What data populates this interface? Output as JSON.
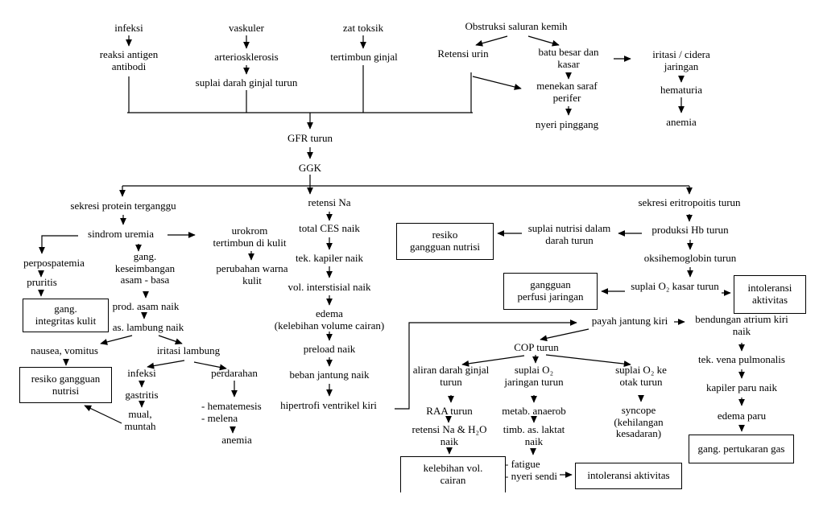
{
  "diagram": {
    "language": "Indonesian",
    "type": "pathophysiology-flowchart"
  },
  "nodes": {
    "infeksi": "infeksi",
    "reaksi_antigen_antibodi": "reaksi antigen\nantibodi",
    "vaskuler": "vaskuler",
    "arteriosklerosis": "arteriosklerosis",
    "suplai_darah_ginjal_turun": "suplai darah ginjal turun",
    "zat_toksik": "zat toksik",
    "tertimbun_ginjal": "tertimbun ginjal",
    "obstruksi_saluran_kemih": "Obstruksi saluran kemih",
    "retensi_urin": "Retensi urin",
    "batu_besar_dan_kasar": "batu besar dan\nkasar",
    "iritasi_cidera_jaringan": "iritasi / cidera\njaringan",
    "menekan_saraf_perifer": "menekan saraf\nperifer",
    "nyeri_pinggang": "nyeri pinggang",
    "hematuria": "hematuria",
    "anemia_atas": "anemia",
    "gfr_turun": "GFR turun",
    "ggk": "GGK",
    "sekresi_protein_terganggu": "sekresi protein terganggu",
    "sindrom_uremia": "sindrom uremia",
    "urokrom_tertimbun_di_kulit": "urokrom\ntertimbun di kulit",
    "perubahan_warna_kulit": "perubahan warna\nkulit",
    "perpospatemia": "perpospatemia",
    "pruritis": "pruritis",
    "gang_keseimbangan_asam_basa": "gang.\nkeseimbangan\nasam - basa",
    "gang_integritas_kulit": "gang.\nintegritas kulit",
    "prod_asam_naik": "prod. asam naik",
    "as_lambung_naik": "as. lambung naik",
    "nausea_vomitus": "nausea, vomitus",
    "iritasi_lambung": "iritasi lambung",
    "resiko_gangguan_nutrisi_kiri": "resiko gangguan\nnutrisi",
    "infeksi_lambung": "infeksi",
    "gastritis": "gastritis",
    "mual_muntah": "mual,\nmuntah",
    "perdarahan": "perdarahan",
    "hematemesis_melena": "- hematemesis\n- melena",
    "anemia_bawah": "anemia",
    "retensi_na": "retensi Na",
    "total_ces_naik": "total CES naik",
    "tek_kapiler_naik": "tek. kapiler naik",
    "vol_interstisial_naik": "vol. interstisial naik",
    "edema": "edema\n(kelebihan volume cairan)",
    "preload_naik": "preload naik",
    "beban_jantung_naik": "beban jantung naik",
    "hipertrofi_ventrikel_kiri": "hipertrofi ventrikel kiri",
    "resiko_gangguan_nutrisi_kanan": "resiko\ngangguan nutrisi",
    "suplai_nutrisi_dalam_darah_turun": "suplai nutrisi dalam\ndarah turun",
    "gangguan_perfusi_jaringan": "gangguan\nperfusi jaringan",
    "suplai_o2_kasar_turun": "suplai O₂ kasar turun",
    "intoleransi_aktivitas_kanan": "intoleransi\naktivitas",
    "sekresi_eritropoitis_turun": "sekresi eritropoitis turun",
    "produksi_hb_turun": "produksi Hb turun",
    "oksihemoglobin_turun": "oksihemoglobin turun",
    "payah_jantung_kiri": "payah jantung kiri",
    "bendungan_atrium_kiri_naik": "bendungan atrium kiri\nnaik",
    "cop_turun": "COP turun",
    "aliran_darah_ginjal_turun": "aliran darah ginjal\nturun",
    "suplai_o2_jaringan_turun": "suplai O₂\njaringan turun",
    "suplai_o2_ke_otak_turun": "suplai O₂ ke\notak turun",
    "raa_turun": "RAA turun",
    "retensi_na_h2o_naik": "retensi Na & H₂O\nnaik",
    "kelebihan_vol_cairan": "kelebihan vol.\ncairan",
    "metab_anaerob": "metab. anaerob",
    "timb_as_laktat_naik": "timb. as. laktat\nnaik",
    "fatigue_nyeri_sendi": "- fatigue\n- nyeri sendi",
    "intoleransi_aktivitas_bawah": "intoleransi aktivitas",
    "syncope": "syncope\n(kehilangan\nkesadaran)",
    "tek_vena_pulmonalis": "tek. vena pulmonalis",
    "kapiler_paru_naik": "kapiler paru naik",
    "edema_paru": "edema paru",
    "gang_pertukaran_gas": "gang. pertukaran gas"
  },
  "edges": [
    {
      "from": "infeksi",
      "to": "reaksi_antigen_antibodi"
    },
    {
      "from": "vaskuler",
      "to": "arteriosklerosis"
    },
    {
      "from": "arteriosklerosis",
      "to": "suplai_darah_ginjal_turun"
    },
    {
      "from": "zat_toksik",
      "to": "tertimbun_ginjal"
    },
    {
      "from": "obstruksi_saluran_kemih",
      "to": "retensi_urin"
    },
    {
      "from": "obstruksi_saluran_kemih",
      "to": "batu_besar_dan_kasar"
    },
    {
      "from": "batu_besar_dan_kasar",
      "to": "menekan_saraf_perifer"
    },
    {
      "from": "batu_besar_dan_kasar",
      "to": "iritasi_cidera_jaringan"
    },
    {
      "from": "retensi_urin",
      "to": "menekan_saraf_perifer"
    },
    {
      "from": "menekan_saraf_perifer",
      "to": "nyeri_pinggang"
    },
    {
      "from": "iritasi_cidera_jaringan",
      "to": "hematuria"
    },
    {
      "from": "hematuria",
      "to": "anemia_atas"
    },
    {
      "from": "reaksi_antigen_antibodi",
      "to": "gfr_turun"
    },
    {
      "from": "suplai_darah_ginjal_turun",
      "to": "gfr_turun"
    },
    {
      "from": "tertimbun_ginjal",
      "to": "gfr_turun"
    },
    {
      "from": "retensi_urin",
      "to": "gfr_turun"
    },
    {
      "from": "gfr_turun",
      "to": "ggk"
    },
    {
      "from": "ggk",
      "to": "sekresi_protein_terganggu"
    },
    {
      "from": "ggk",
      "to": "retensi_na"
    },
    {
      "from": "ggk",
      "to": "sekresi_eritropoitis_turun"
    },
    {
      "from": "sekresi_protein_terganggu",
      "to": "sindrom_uremia"
    },
    {
      "from": "sindrom_uremia",
      "to": "perpospatemia"
    },
    {
      "from": "sindrom_uremia",
      "to": "gang_keseimbangan_asam_basa"
    },
    {
      "from": "sindrom_uremia",
      "to": "urokrom_tertimbun_di_kulit"
    },
    {
      "from": "urokrom_tertimbun_di_kulit",
      "to": "perubahan_warna_kulit"
    },
    {
      "from": "perpospatemia",
      "to": "pruritis"
    },
    {
      "from": "pruritis",
      "to": "gang_integritas_kulit"
    },
    {
      "from": "gang_keseimbangan_asam_basa",
      "to": "prod_asam_naik"
    },
    {
      "from": "prod_asam_naik",
      "to": "as_lambung_naik"
    },
    {
      "from": "as_lambung_naik",
      "to": "nausea_vomitus"
    },
    {
      "from": "as_lambung_naik",
      "to": "iritasi_lambung"
    },
    {
      "from": "nausea_vomitus",
      "to": "resiko_gangguan_nutrisi_kiri"
    },
    {
      "from": "iritasi_lambung",
      "to": "infeksi_lambung"
    },
    {
      "from": "iritasi_lambung",
      "to": "perdarahan"
    },
    {
      "from": "infeksi_lambung",
      "to": "gastritis"
    },
    {
      "from": "gastritis",
      "to": "mual_muntah"
    },
    {
      "from": "mual_muntah",
      "to": "resiko_gangguan_nutrisi_kiri"
    },
    {
      "from": "perdarahan",
      "to": "hematemesis_melena"
    },
    {
      "from": "hematemesis_melena",
      "to": "anemia_bawah"
    },
    {
      "from": "retensi_na",
      "to": "total_ces_naik"
    },
    {
      "from": "total_ces_naik",
      "to": "tek_kapiler_naik"
    },
    {
      "from": "tek_kapiler_naik",
      "to": "vol_interstisial_naik"
    },
    {
      "from": "vol_interstisial_naik",
      "to": "edema"
    },
    {
      "from": "edema",
      "to": "preload_naik"
    },
    {
      "from": "preload_naik",
      "to": "beban_jantung_naik"
    },
    {
      "from": "beban_jantung_naik",
      "to": "hipertrofi_ventrikel_kiri"
    },
    {
      "from": "hipertrofi_ventrikel_kiri",
      "to": "payah_jantung_kiri"
    },
    {
      "from": "payah_jantung_kiri",
      "to": "bendungan_atrium_kiri_naik"
    },
    {
      "from": "payah_jantung_kiri",
      "to": "cop_turun"
    },
    {
      "from": "cop_turun",
      "to": "aliran_darah_ginjal_turun"
    },
    {
      "from": "cop_turun",
      "to": "suplai_o2_jaringan_turun"
    },
    {
      "from": "cop_turun",
      "to": "suplai_o2_ke_otak_turun"
    },
    {
      "from": "aliran_darah_ginjal_turun",
      "to": "raa_turun"
    },
    {
      "from": "raa_turun",
      "to": "retensi_na_h2o_naik"
    },
    {
      "from": "retensi_na_h2o_naik",
      "to": "kelebihan_vol_cairan"
    },
    {
      "from": "suplai_o2_jaringan_turun",
      "to": "metab_anaerob"
    },
    {
      "from": "metab_anaerob",
      "to": "timb_as_laktat_naik"
    },
    {
      "from": "timb_as_laktat_naik",
      "to": "fatigue_nyeri_sendi"
    },
    {
      "from": "fatigue_nyeri_sendi",
      "to": "intoleransi_aktivitas_bawah"
    },
    {
      "from": "suplai_o2_ke_otak_turun",
      "to": "syncope"
    },
    {
      "from": "sekresi_eritropoitis_turun",
      "to": "produksi_hb_turun"
    },
    {
      "from": "produksi_hb_turun",
      "to": "oksihemoglobin_turun"
    },
    {
      "from": "produksi_hb_turun",
      "to": "suplai_nutrisi_dalam_darah_turun"
    },
    {
      "from": "suplai_nutrisi_dalam_darah_turun",
      "to": "resiko_gangguan_nutrisi_kanan"
    },
    {
      "from": "oksihemoglobin_turun",
      "to": "suplai_o2_kasar_turun"
    },
    {
      "from": "suplai_o2_kasar_turun",
      "to": "gangguan_perfusi_jaringan"
    },
    {
      "from": "suplai_o2_kasar_turun",
      "to": "intoleransi_aktivitas_kanan"
    },
    {
      "from": "bendungan_atrium_kiri_naik",
      "to": "tek_vena_pulmonalis"
    },
    {
      "from": "tek_vena_pulmonalis",
      "to": "kapiler_paru_naik"
    },
    {
      "from": "kapiler_paru_naik",
      "to": "edema_paru"
    },
    {
      "from": "edema_paru",
      "to": "gang_pertukaran_gas"
    }
  ]
}
